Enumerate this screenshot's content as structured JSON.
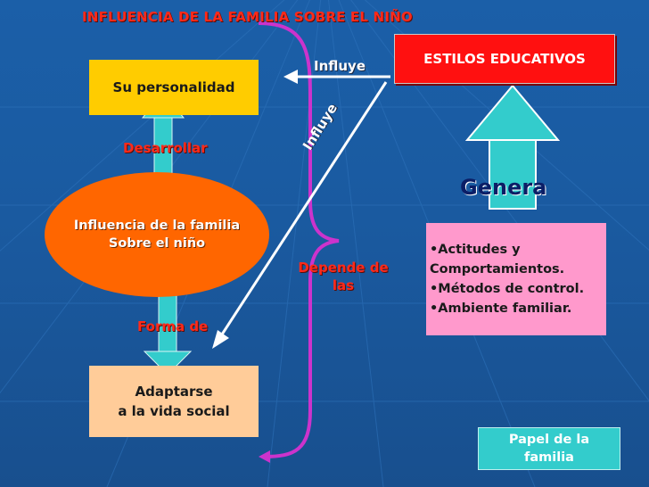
{
  "title": "INFLUENCIA DE LA FAMILIA SOBRE EL NIÑO",
  "nodes": {
    "su_personalidad": "Su personalidad",
    "estilos_educativos": "ESTILOS EDUCATIVOS",
    "influencia_line1": "Influencia de la familia",
    "influencia_line2": "Sobre el niño",
    "adaptarse_line1": "Adaptarse",
    "adaptarse_line2": "a la vida social",
    "papel_line1": "Papel de la",
    "papel_line2": "familia"
  },
  "labels": {
    "influye_top": "Influye",
    "influye_diagonal": "Influye",
    "desarrollar": "Desarrollar",
    "forma_de": "Forma de",
    "depende_line1": "Depende de",
    "depende_line2": "las",
    "genera": "Genera"
  },
  "list_items": [
    "•Actitudes y Comportamientos.",
    "•Métodos de control.",
    "•Ambiente familiar."
  ],
  "colors": {
    "background": "#1a5aa0",
    "title_red": "#ff2a1a",
    "personalidad_box": "#ffcc00",
    "estilos_box": "#ff1010",
    "ellipse": "#ff6600",
    "adaptarse_box": "#ffcc99",
    "list_box": "#ff99cc",
    "papel_box": "#33cccc",
    "arrow_teal": "#33cccc",
    "brace_purple": "#cc33cc",
    "genera_text": "#0b1e66"
  }
}
